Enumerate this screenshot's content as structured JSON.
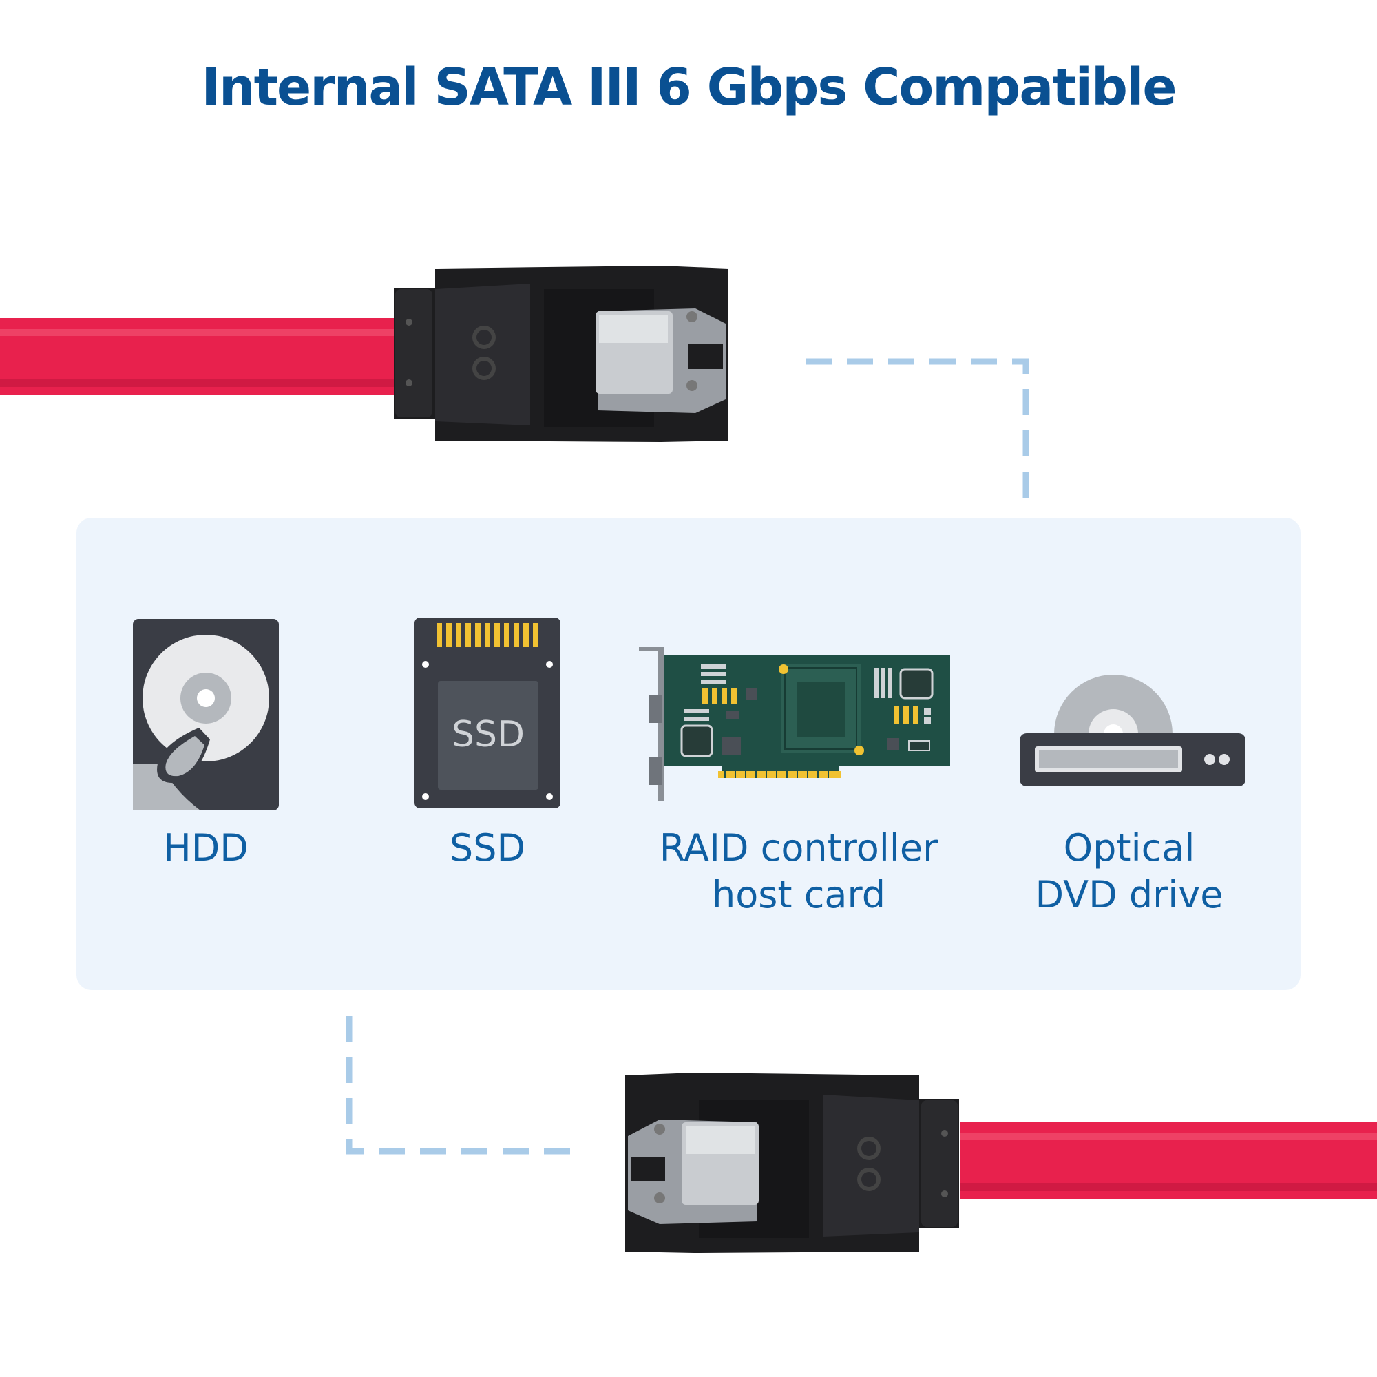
{
  "title": "Internal SATA III 6 Gbps Compatible",
  "colors": {
    "title": "#0a5092",
    "label": "#0f5fa3",
    "panel_bg": "#edf4fc",
    "dash": "#a9cbe8",
    "cable_red": "#e8214d",
    "connector_black": "#1d1d1f",
    "icon_dark": "#3a3d45",
    "pcb_green": "#1f4f45",
    "chip_gold": "#f1c232"
  },
  "devices": [
    {
      "id": "hdd",
      "icon": "hard-disk-drive-icon",
      "lines": [
        "HDD"
      ]
    },
    {
      "id": "ssd",
      "icon": "solid-state-drive-icon",
      "icon_text": "SSD",
      "lines": [
        "SSD"
      ]
    },
    {
      "id": "raid",
      "icon": "raid-controller-card-icon",
      "lines": [
        "RAID controller",
        "host card"
      ]
    },
    {
      "id": "optical",
      "icon": "optical-drive-icon",
      "lines": [
        "Optical",
        "DVD drive"
      ]
    }
  ]
}
